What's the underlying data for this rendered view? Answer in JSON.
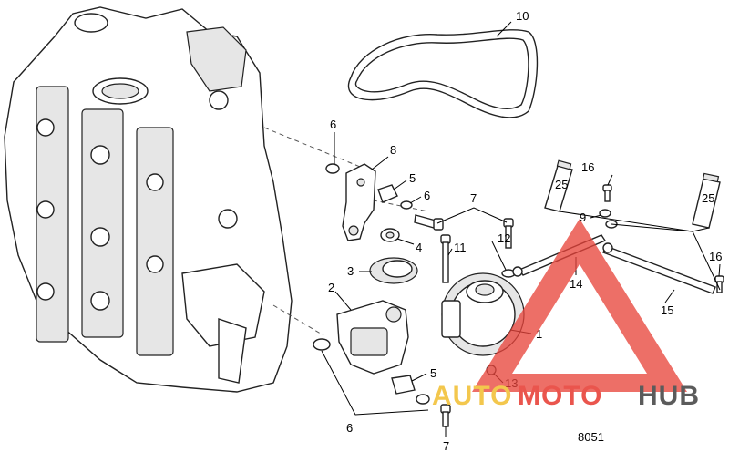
{
  "diagram": {
    "figure_number": "8051",
    "callouts": [
      "1",
      "2",
      "3",
      "4",
      "5",
      "5",
      "6",
      "6",
      "6",
      "7",
      "7",
      "8",
      "9",
      "10",
      "11",
      "12",
      "13",
      "14",
      "15",
      "16",
      "16"
    ],
    "tube_labels": [
      "25",
      "25"
    ]
  },
  "watermark": {
    "word1": "AUTO",
    "word2": "MOTO",
    "word3": "HUB",
    "color_primary": "#e8433a",
    "color_secondary": "#f2c23a",
    "color_dark": "#4a4a4a"
  }
}
